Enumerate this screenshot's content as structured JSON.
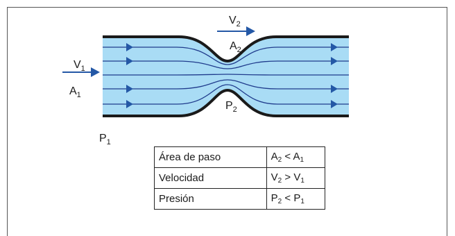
{
  "diagram": {
    "inlet": {
      "velocity": {
        "main": "V",
        "sub": "1"
      },
      "area": {
        "main": "A",
        "sub": "1"
      },
      "pressure": {
        "main": "P",
        "sub": "1"
      }
    },
    "throat": {
      "velocity": {
        "main": "V",
        "sub": "2"
      },
      "area": {
        "main": "A",
        "sub": "2"
      },
      "pressure": {
        "main": "P",
        "sub": "2"
      }
    },
    "colors": {
      "fluid_fill": "#a9dcf5",
      "streamline": "#1f3b8c",
      "arrow": "#2458a6",
      "pipe_wall": "#1a1a1a"
    }
  },
  "table": {
    "rows": [
      {
        "label": "Área de paso",
        "left": {
          "main": "A",
          "sub": "2"
        },
        "op": "<",
        "right": {
          "main": "A",
          "sub": "1"
        }
      },
      {
        "label": "Velocidad",
        "left": {
          "main": "V",
          "sub": "2"
        },
        "op": ">",
        "right": {
          "main": "V",
          "sub": "1"
        }
      },
      {
        "label": "Presión",
        "left": {
          "main": "P",
          "sub": "2"
        },
        "op": "<",
        "right": {
          "main": "P",
          "sub": "1"
        }
      }
    ]
  }
}
